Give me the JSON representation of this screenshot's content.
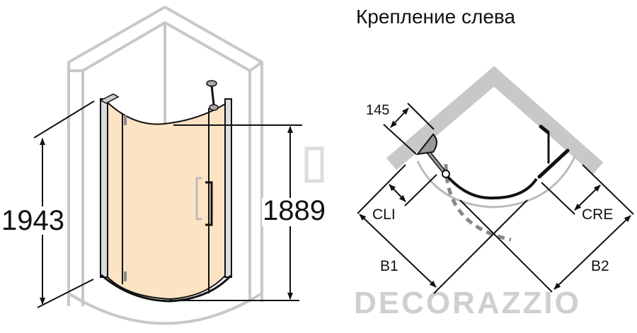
{
  "title": "Крепление слева",
  "left_view": {
    "total_height": "1943",
    "glass_height": "1889",
    "glass_color": "#fbe3c4"
  },
  "plan_view": {
    "fixture_offset": "145",
    "cli_label": "CLI",
    "cre_label": "CRE",
    "b1_label": "B1",
    "b2_label": "B2"
  },
  "watermark": "DECORAZZIO",
  "colors": {
    "wall": "#c8c8c8",
    "line": "#111111",
    "dashed": "#888888"
  }
}
